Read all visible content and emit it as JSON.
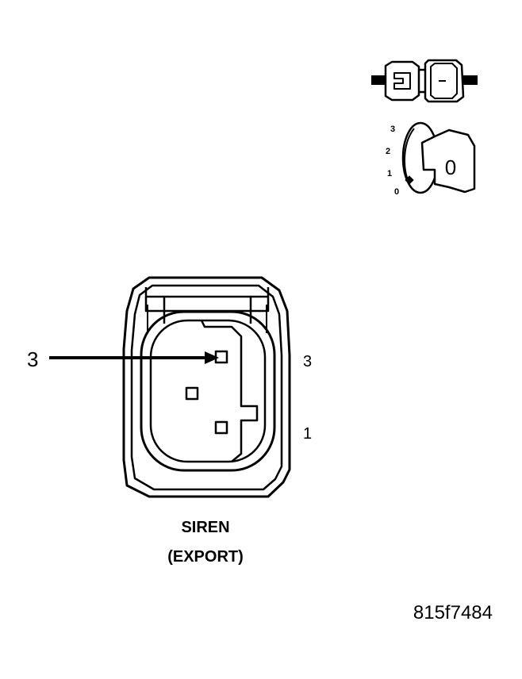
{
  "connector": {
    "name_line1": "SIREN",
    "name_line2": "(EXPORT)",
    "callout_pin": "3",
    "pin_labels": {
      "top": "3",
      "bottom": "1"
    }
  },
  "key_dial": {
    "positions": [
      "3",
      "2",
      "1",
      "0"
    ],
    "key_number": "0"
  },
  "figure_id": "815f7484"
}
